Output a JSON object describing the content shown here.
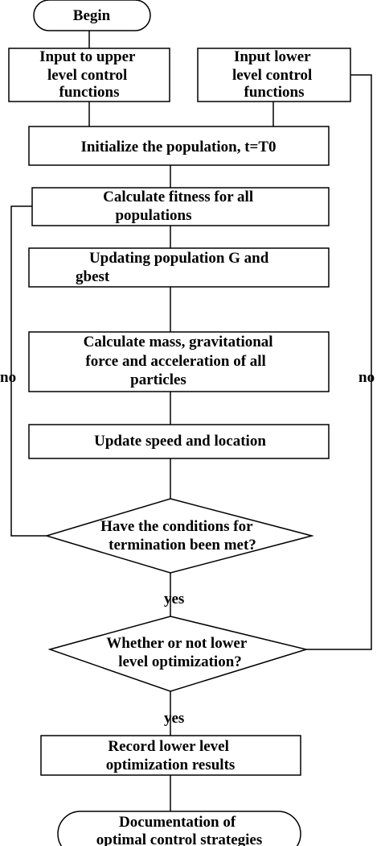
{
  "nodes": {
    "begin": {
      "lines": [
        "Begin"
      ]
    },
    "input_upper": {
      "lines": [
        "Input to upper",
        "level control",
        "functions"
      ]
    },
    "input_lower": {
      "lines": [
        "Input lower",
        "level control",
        "functions"
      ]
    },
    "initialize": {
      "lines": [
        "Initialize the population, t=T0"
      ]
    },
    "fitness": {
      "lines": [
        "Calculate fitness for all",
        "populations"
      ]
    },
    "update_pop": {
      "lines": [
        "Updating population G and",
        "gbest"
      ]
    },
    "mass": {
      "lines": [
        "Calculate mass, gravitational",
        "force and acceleration of all",
        "particles"
      ]
    },
    "speed": {
      "lines": [
        "Update speed and location"
      ]
    },
    "termination": {
      "lines": [
        "Have the conditions for",
        "termination been met?"
      ]
    },
    "lower_opt": {
      "lines": [
        "Whether or not lower",
        "level optimization?"
      ]
    },
    "record": {
      "lines": [
        "Record lower level",
        "optimization results"
      ]
    },
    "documentation": {
      "lines": [
        "Documentation of",
        "optimal control strategies"
      ]
    }
  },
  "edges": {
    "no_left": "no",
    "no_right": "no",
    "yes_termination": "yes",
    "yes_lower": "yes"
  }
}
